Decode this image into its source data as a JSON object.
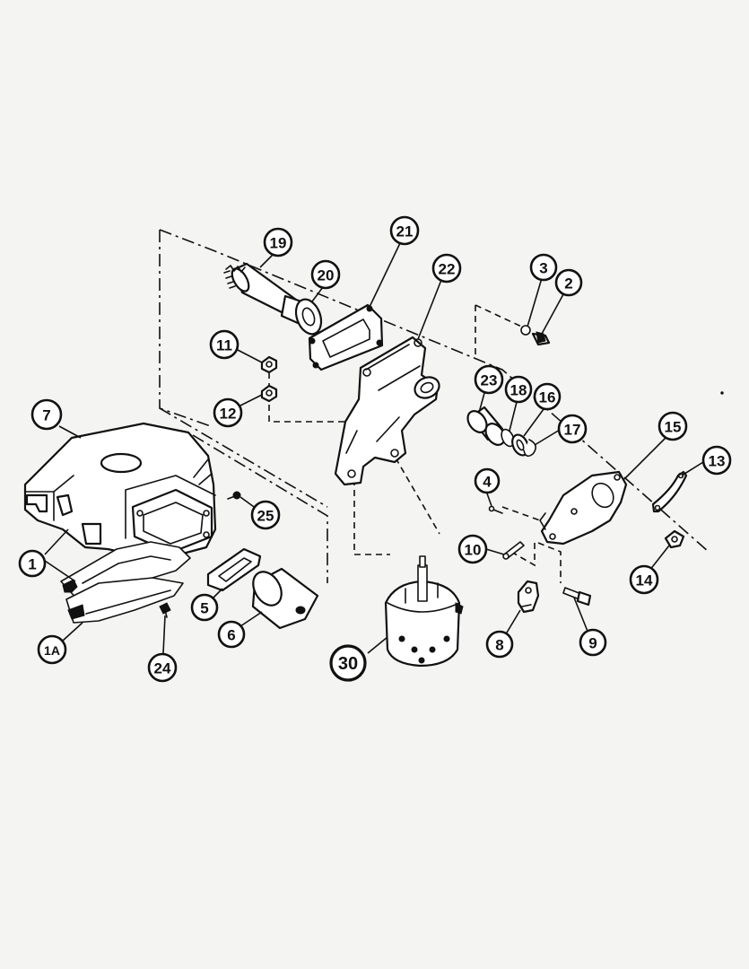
{
  "diagram": {
    "callouts": [
      {
        "id": "p19",
        "label": "19"
      },
      {
        "id": "p20",
        "label": "20"
      },
      {
        "id": "p21",
        "label": "21"
      },
      {
        "id": "p22",
        "label": "22"
      },
      {
        "id": "p3",
        "label": "3"
      },
      {
        "id": "p2",
        "label": "2"
      },
      {
        "id": "p11",
        "label": "11"
      },
      {
        "id": "p12",
        "label": "12"
      },
      {
        "id": "p7",
        "label": "7"
      },
      {
        "id": "p23",
        "label": "23"
      },
      {
        "id": "p18",
        "label": "18"
      },
      {
        "id": "p16",
        "label": "16"
      },
      {
        "id": "p17",
        "label": "17"
      },
      {
        "id": "p15",
        "label": "15"
      },
      {
        "id": "p13",
        "label": "13"
      },
      {
        "id": "p4",
        "label": "4"
      },
      {
        "id": "p25",
        "label": "25"
      },
      {
        "id": "p1",
        "label": "1"
      },
      {
        "id": "p10",
        "label": "10"
      },
      {
        "id": "p14",
        "label": "14"
      },
      {
        "id": "p5",
        "label": "5"
      },
      {
        "id": "p6",
        "label": "6"
      },
      {
        "id": "p8",
        "label": "8"
      },
      {
        "id": "p9",
        "label": "9"
      },
      {
        "id": "p1a",
        "label": "1A"
      },
      {
        "id": "p24",
        "label": "24"
      },
      {
        "id": "p30",
        "label": "30"
      }
    ]
  }
}
